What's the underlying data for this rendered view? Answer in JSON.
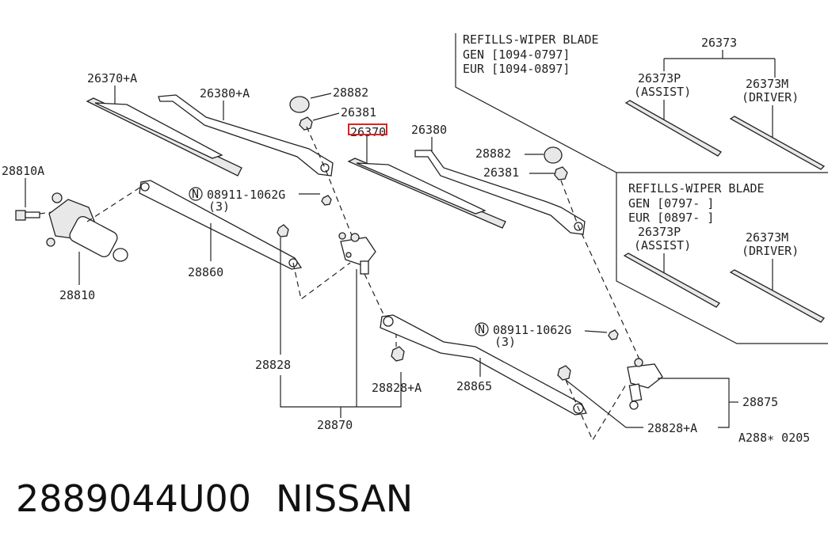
{
  "labels": {
    "l26370A": "26370+A",
    "l26380A": "26380+A",
    "l28882a": "28882",
    "l26381a": "26381",
    "l26370": "26370",
    "l26380": "26380",
    "l28882b": "28882",
    "l26381b": "26381",
    "l28810A": "28810A",
    "l28810": "28810",
    "l08911a": "08911-1062G",
    "l3a": "(3)",
    "l28860": "28860",
    "l28828": "28828",
    "l28870": "28870",
    "l28828Aa": "28828+A",
    "l28865": "28865",
    "l08911b": "08911-1062G",
    "l3b": "(3)",
    "l28875": "28875",
    "l28828Ab": "28828+A",
    "code": "A288∗ 0205",
    "nSym": "N"
  },
  "refills1": {
    "title": "REFILLS-WIPER BLADE",
    "gen": "GEN [1094-0797]",
    "eur": "EUR [1094-0897]",
    "parent": "26373",
    "assist_no": "26373P",
    "assist": "(ASSIST)",
    "driver_no": "26373M",
    "driver": "(DRIVER)"
  },
  "refills2": {
    "title": "REFILLS-WIPER BLADE",
    "gen": "GEN [0797-        ]",
    "eur": "EUR [0897-        ]",
    "assist_no": "26373P",
    "assist": "(ASSIST)",
    "driver_no": "26373M",
    "driver": "(DRIVER)"
  },
  "footer": {
    "part_number": "2889044U00",
    "brand": "NISSAN"
  }
}
